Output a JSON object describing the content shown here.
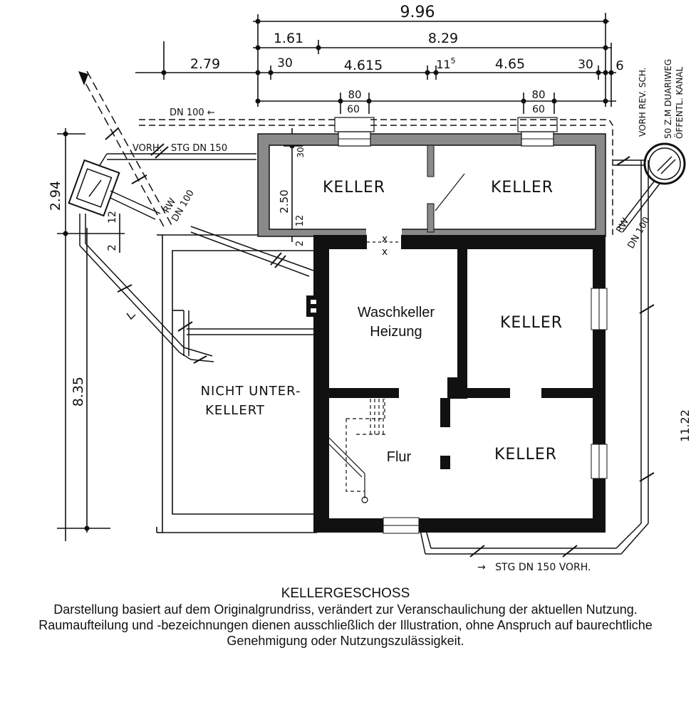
{
  "dimensions": {
    "top_total": "9.96",
    "seg_161": "1.61",
    "seg_829": "8.29",
    "seg_279": "2.79",
    "seg_30a": "30",
    "seg_4615": "4.615",
    "seg_115": "11",
    "seg_115_sup": "5",
    "seg_465": "4.65",
    "seg_30b": "30",
    "seg_6": "6",
    "win1_80": "80",
    "win1_60": "60",
    "win2_80": "80",
    "win2_60": "60",
    "left_294": "2.94",
    "left_835": "8.35",
    "left_12": "12",
    "left_2": "2",
    "inner_250": "2.50",
    "inner_12": "12",
    "inner_2": "2",
    "inner_30": "30",
    "right_cut": "11.22"
  },
  "pipes": {
    "dn100_top": "DN 100 ←",
    "vorh_stg": "VORH.   STG DN 150",
    "rw_left": "RW",
    "dn100_left": "DN 100",
    "rw_right": "RW",
    "dn100_right": "DN 100",
    "stg_bottom": "→   STG DN 150 VORH.",
    "vorh_rev": "VORH REV. SCH.",
    "kanal_1": "50 Z.M DUARIWEG",
    "kanal_2": "ÖFFENTL. KANAL"
  },
  "rooms": {
    "keller_top_left": "KELLER",
    "keller_top_right": "KELLER",
    "waschkeller_1": "Waschkeller",
    "waschkeller_2": "Heizung",
    "keller_mid_right": "KELLER",
    "nicht_1": "NICHT UNTER-",
    "nicht_2": "KELLERT",
    "flur": "Flur",
    "keller_low_right": "KELLER"
  },
  "caption": {
    "title": "KELLERGESCHOSS",
    "body": "Darstellung basiert auf dem Originalgrundriss, verändert zur Veranschaulichung der aktuellen Nutzung. Raumaufteilung und -bezeichnungen dienen ausschließlich der Illustration, ohne Anspruch auf baurechtliche Genehmigung oder Nutzungszulässigkeit."
  }
}
